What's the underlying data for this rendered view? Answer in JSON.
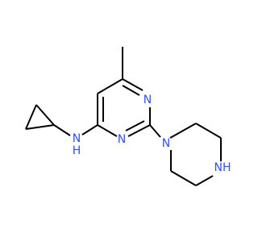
{
  "colors": {
    "bond": "#000000",
    "nitrogen": "#3050F8",
    "background": "#ffffff"
  },
  "atoms": {
    "n_ring_upper": {
      "symbol": "N",
      "color": "#3050F8"
    },
    "n_ring_lower": {
      "symbol": "N",
      "color": "#3050F8"
    },
    "n_piperazine": {
      "symbol": "N",
      "color": "#3050F8"
    },
    "nh_piperazine": {
      "symbol": "NH",
      "color": "#3050F8"
    },
    "nh_amine_h": {
      "symbol": "H",
      "color": "#3050F8"
    },
    "nh_amine_n": {
      "symbol": "N",
      "color": "#3050F8"
    }
  }
}
